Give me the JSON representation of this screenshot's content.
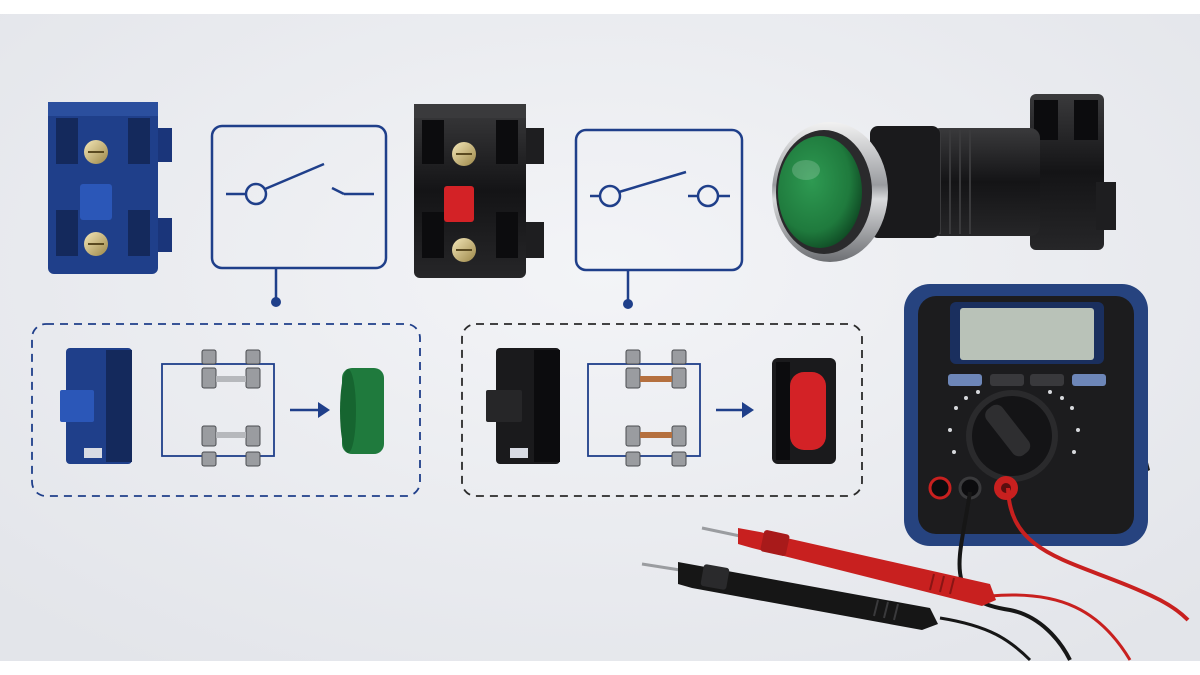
{
  "scene": {
    "background": "#eceef2",
    "components": [
      {
        "id": "no-contact-block",
        "color": "#1f3f8a",
        "actuator_color": "#1f3f8a"
      },
      {
        "id": "nc-contact-block",
        "color": "#1c1c1e",
        "actuator_color": "#d32226"
      },
      {
        "id": "push-button",
        "lens_color": "#1f7a3d"
      },
      {
        "id": "multimeter",
        "body_color": "#26437f"
      }
    ],
    "symbols": [
      {
        "id": "normally-open-symbol",
        "stroke": "#1f3f8a"
      },
      {
        "id": "normally-closed-symbol",
        "stroke": "#1f3f8a"
      }
    ],
    "detail_panels": [
      {
        "id": "no-detail-panel",
        "border": "#1f3f8a",
        "indicator_color": "#1f7a3d"
      },
      {
        "id": "nc-detail-panel",
        "border": "#2a2a2a",
        "indicator_color": "#d32226"
      }
    ],
    "probes": [
      {
        "id": "red-probe",
        "color": "#c8201f"
      },
      {
        "id": "black-probe",
        "color": "#161616"
      }
    ]
  }
}
